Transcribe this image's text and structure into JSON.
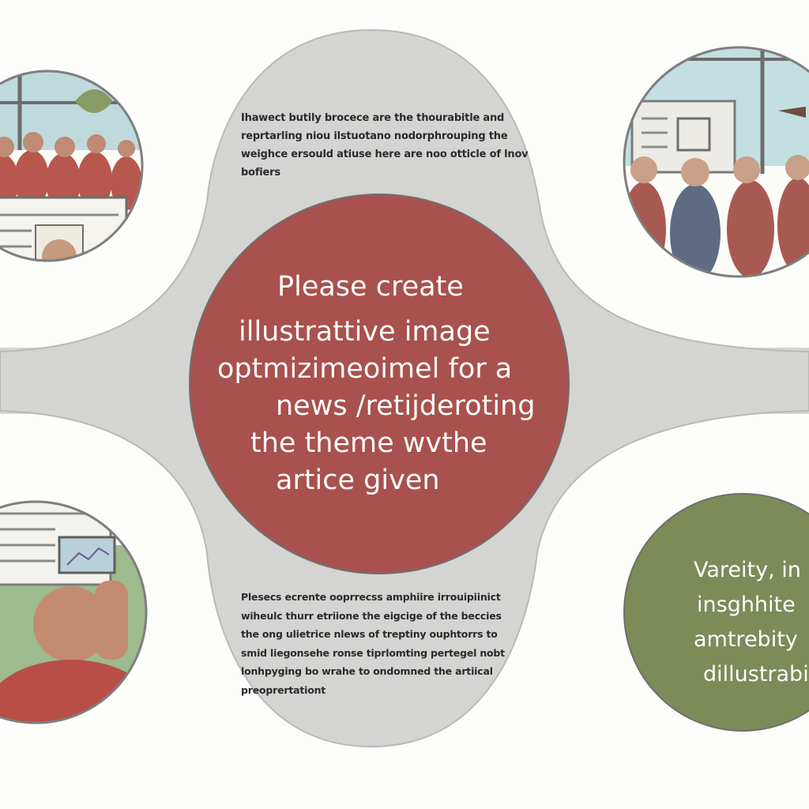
{
  "colors": {
    "band": "#d4d4d2",
    "red_circle": "#a9514e",
    "green_circle": "#7c8b58",
    "outline": "#7e7e7e",
    "text_dark": "#2a2a2a"
  },
  "top_paragraph": {
    "lines": [
      "Ihawect butily brocece are the thourabitle and",
      "reprtarling niou ilstuotano nodorphrouping the",
      "weighce ersould atiuse here are noo otticle of lnov",
      "bofiers"
    ]
  },
  "center_circle": {
    "lines": [
      "Please create",
      "illustrattive image",
      "optmizimeoimel for a",
      "news /retijderoting",
      "the theme wvthe",
      "artice given"
    ]
  },
  "bottom_paragraph": {
    "lines": [
      "Plesecs ecrente ooprrecss amphiire irrouipiinict",
      "wiheulc thurr etriione the eigcige of the beccies",
      "the ong ulietrice nlews of treptiny ouphtorrs to",
      "smid liegonsehe ronse tiprlomting pertegel nobt",
      "lonhpyging bo wrahe to ondomned the artiical",
      "preoprertationt"
    ]
  },
  "right_circle": {
    "lines": [
      "Vareity, in",
      "insghhite",
      "amtrebity",
      "dillustrabi"
    ]
  }
}
